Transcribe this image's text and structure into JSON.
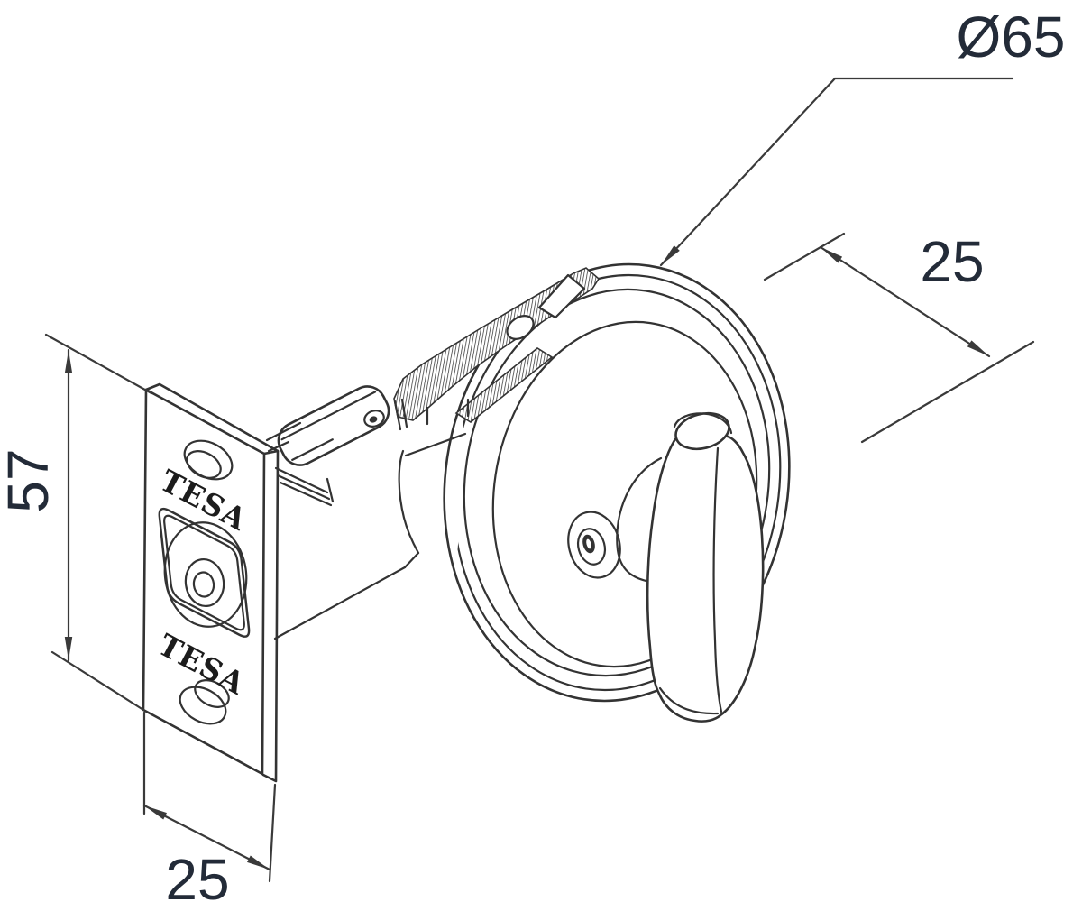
{
  "drawing": {
    "dim_diameter": "Ø65",
    "dim_rosette_depth": "25",
    "dim_plate_height": "57",
    "dim_plate_width": "25",
    "brand_top": "TESA",
    "brand_bottom": "TESA",
    "line_color": "#333333",
    "dim_text_color": "#232b38",
    "background_color": "#ffffff"
  }
}
